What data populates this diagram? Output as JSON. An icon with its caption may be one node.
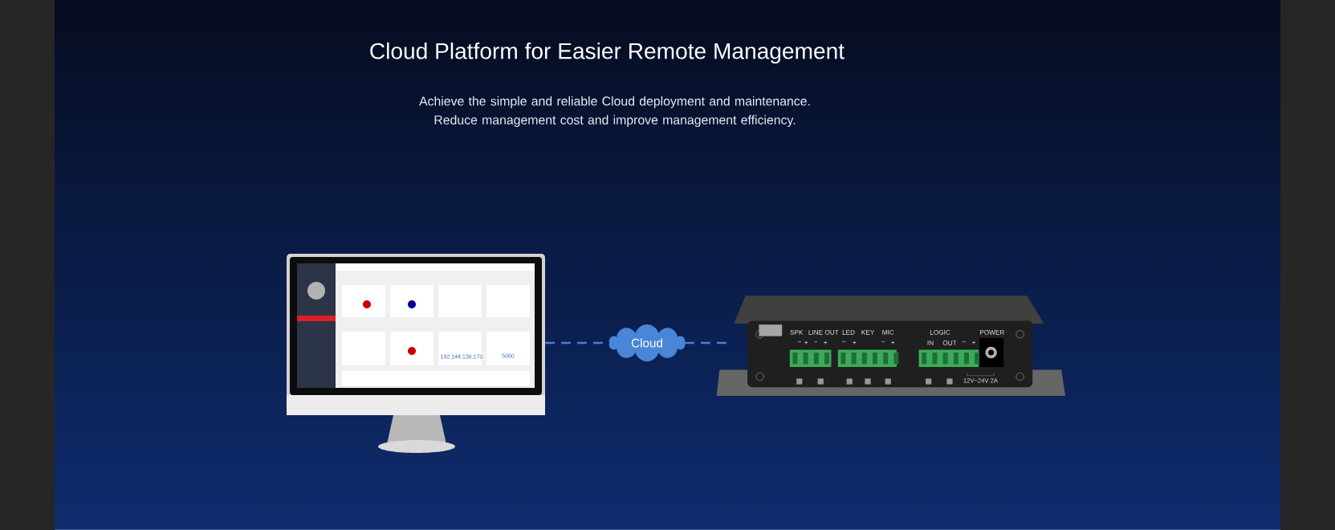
{
  "diagram": {
    "title": "Cloud Platform for Easier Remote Management",
    "caption": "Achieve the simple and reliable Cloud deployment and maintenance. Reduce management cost and improve management efficiency.",
    "nodes": [
      {
        "text": [],
        "shape": "picture"
      },
      {
        "text": [
          "Cloud"
        ]
      },
      {
        "text": [],
        "shape": "picture"
      }
    ],
    "edges": [
      {
        "from": 0,
        "to": 1,
        "arrow": "none",
        "style": "dashed"
      },
      {
        "from": 1,
        "to": 2,
        "arrow": "none",
        "style": "dashed"
      }
    ],
    "labels": [
      "192.144.136.170",
      "5060",
      "SPK",
      "LINE OUT",
      "LED",
      "KEY",
      "MIC",
      "LOGIC",
      "POWER",
      "−",
      "+",
      "−",
      "+",
      "−",
      "+",
      "−",
      "+",
      "IN",
      "OUT",
      "−",
      "+",
      "12V~24V 2A"
    ]
  }
}
